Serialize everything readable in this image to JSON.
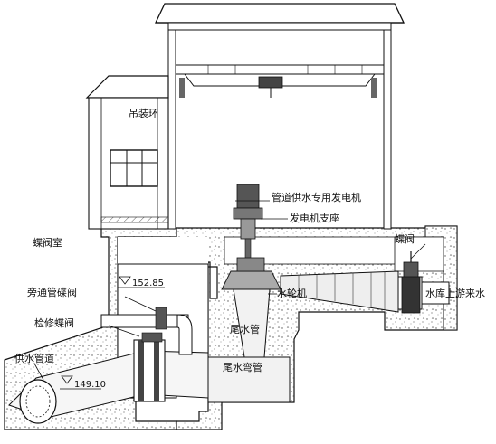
{
  "diagram": {
    "labels": {
      "crane_ring": "吊装环",
      "valve_room": "蝶阀室",
      "generator": "管道供水专用发电机",
      "generator_support": "发电机支座",
      "butterfly_valve": "蝶阀",
      "bypass_valve": "旁通管碟阀",
      "turbine": "水轮机",
      "upstream_water": "水库上游来水",
      "maintenance_valve": "检修蝶阀",
      "draft_tube": "尾水管",
      "supply_pipe": "供水管道",
      "draft_elbow": "尾水弯管"
    },
    "elevations": {
      "floor": "152.85",
      "pipe": "149.10"
    }
  }
}
